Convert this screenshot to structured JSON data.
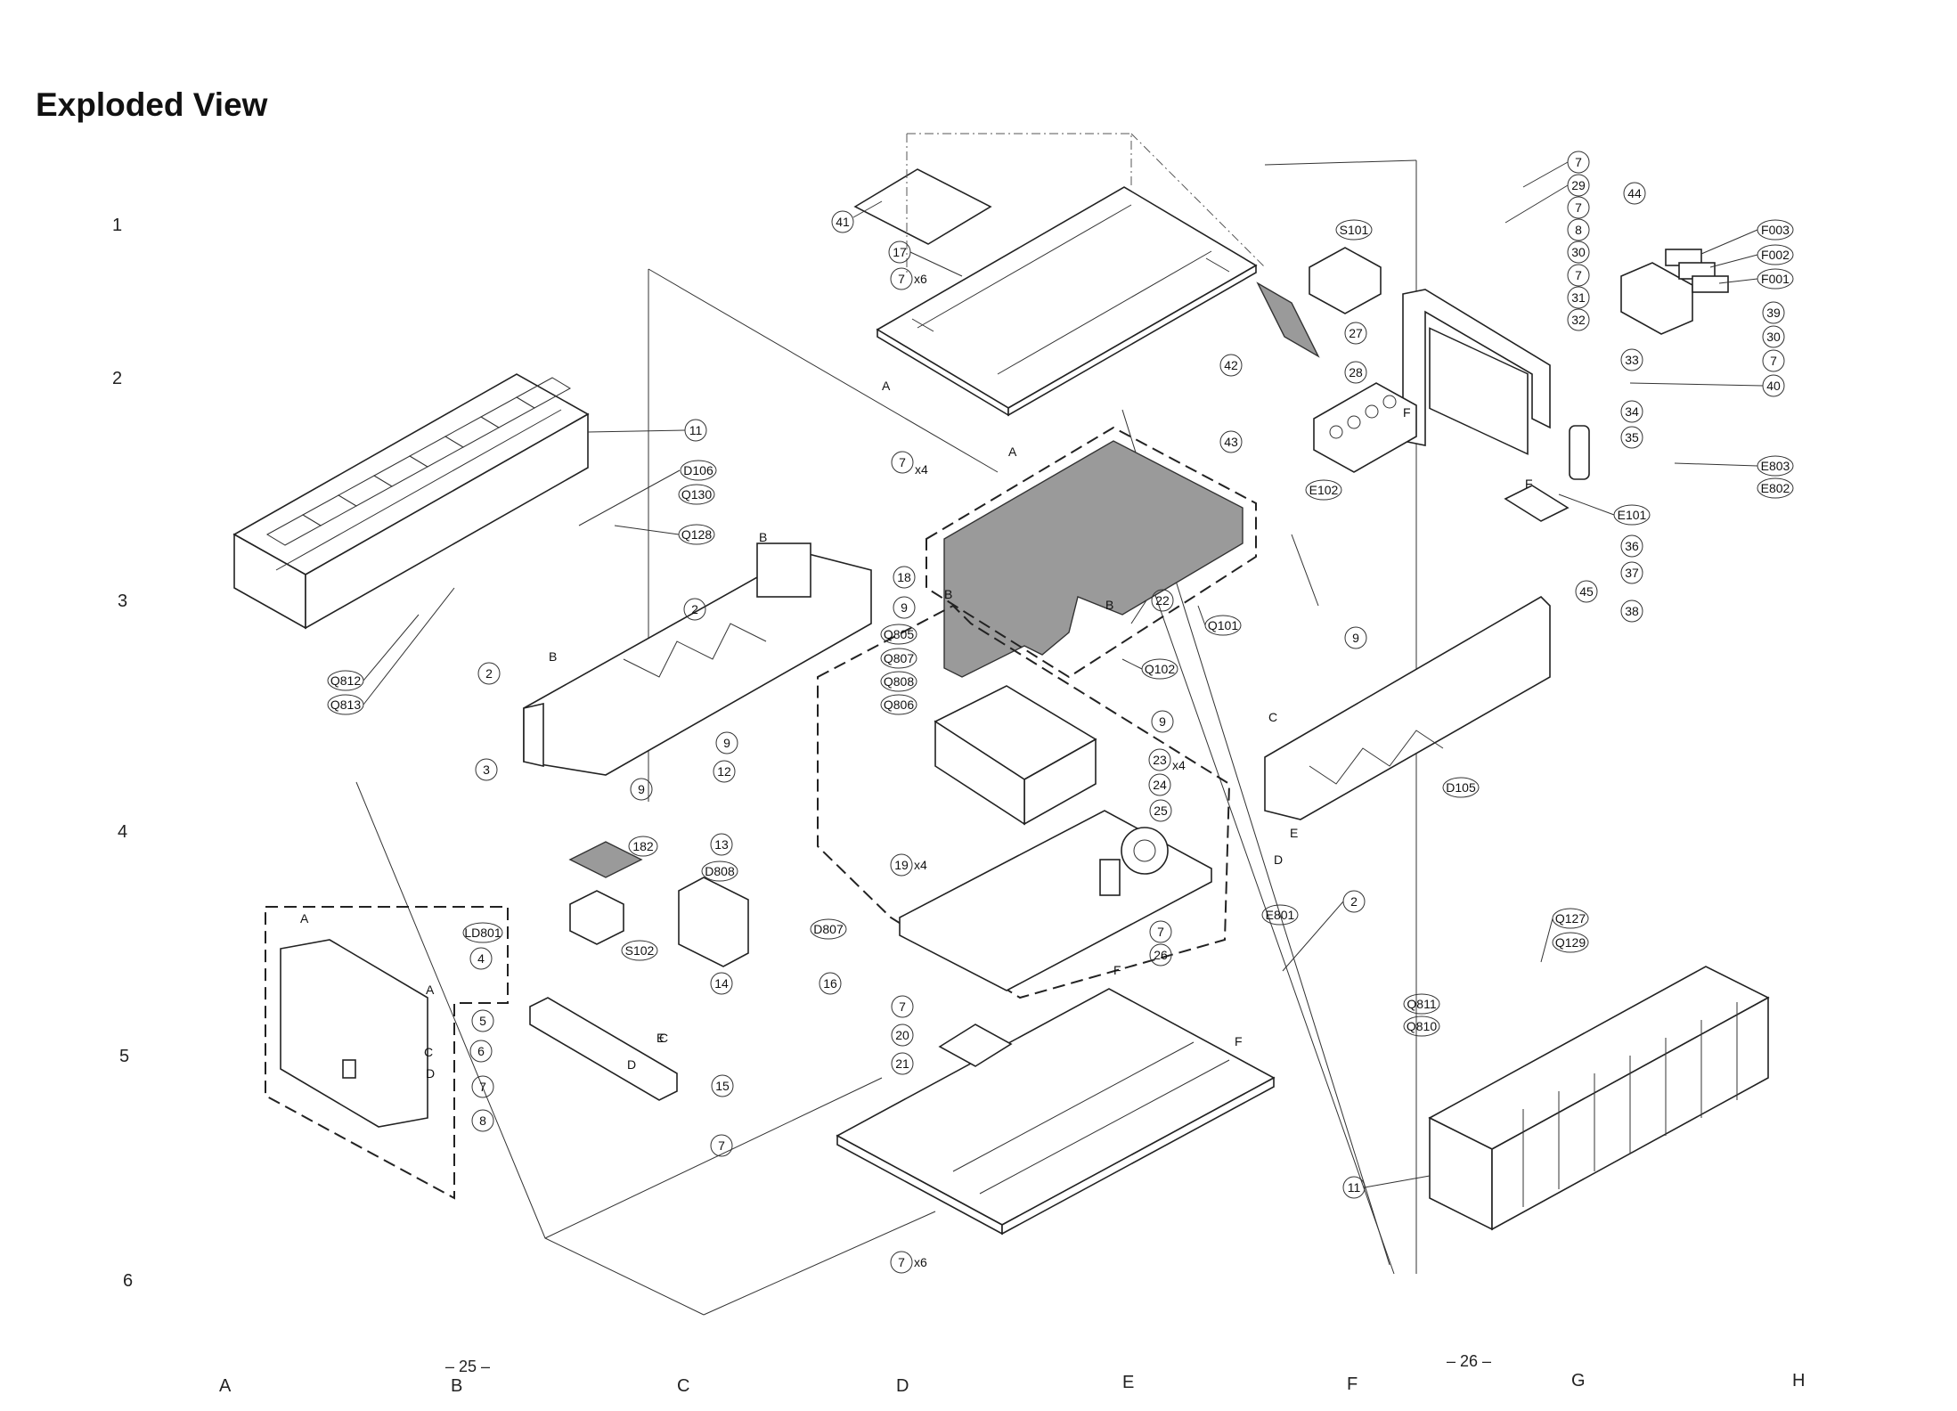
{
  "title": "Exploded View",
  "grid": {
    "rows": [
      "1",
      "2",
      "3",
      "4",
      "5",
      "6"
    ],
    "cols": [
      "A",
      "B",
      "C",
      "D",
      "E",
      "F",
      "G",
      "H"
    ]
  },
  "pages": [
    "– 25 –",
    "– 26 –"
  ],
  "callouts": {
    "c41": "41",
    "c17": "17",
    "c7a": "7",
    "c7ax": "x6",
    "cS101": "S101",
    "c28": "28",
    "c42": "42",
    "c43": "43",
    "c27": "27",
    "cE102": "E102",
    "c7b": "7",
    "c7bx": "x4",
    "c18": "18",
    "c22": "22",
    "cQ101": "Q101",
    "cQ102": "Q102",
    "c11a": "11",
    "cD106": "D106",
    "cQ130": "Q130",
    "cQ128": "Q128",
    "c2a": "2",
    "c2b": "2",
    "cQ812": "Q812",
    "cQ813": "Q813",
    "c3": "3",
    "c9a": "9",
    "c9b": "9",
    "c9c": "9",
    "c12": "12",
    "cQ805": "Q805",
    "cQ807": "Q807",
    "cQ808": "Q808",
    "cQ806": "Q806",
    "c23": "23",
    "c23x": "x4",
    "c24": "24",
    "c25": "25",
    "c19": "19",
    "c19x": "x4",
    "c182": "182",
    "c13": "13",
    "cD808": "D808",
    "cD807": "D807",
    "c14": "14",
    "c16": "16",
    "cLD801": "LD801",
    "cS102": "S102",
    "c4": "4",
    "c5": "5",
    "c6": "6",
    "c7c": "7",
    "c8": "8",
    "c15": "15",
    "c7d": "7",
    "c7e": "7",
    "c26": "26",
    "cE801": "E801",
    "c7f": "7",
    "c20": "20",
    "c21": "21",
    "c7g": "7",
    "c7gx": "x6",
    "c7h": "7",
    "c29": "29",
    "c7i": "7",
    "c8b": "8",
    "c30a": "30",
    "c7j": "7",
    "c31": "31",
    "c32": "32",
    "c33": "33",
    "c34": "34",
    "c35": "35",
    "c44": "44",
    "cF003": "F003",
    "cF002": "F002",
    "cF001": "F001",
    "c39": "39",
    "c30b": "30",
    "c7k": "7",
    "c40": "40",
    "cE803": "E803",
    "cE802": "E802",
    "cE101": "E101",
    "c36": "36",
    "c37": "37",
    "c45": "45",
    "c38": "38",
    "c9d": "9",
    "c9e": "9",
    "cD105": "D105",
    "c2c": "2",
    "cQ127": "Q127",
    "cQ129": "Q129",
    "cQ811": "Q811",
    "cQ810": "Q810",
    "c11b": "11"
  },
  "letters": {
    "A1": "A",
    "A2": "A",
    "A3": "A",
    "A4": "A",
    "B1": "B",
    "B2": "B",
    "B3": "B",
    "B4": "B",
    "C1": "C",
    "C2": "C",
    "C3": "C",
    "D1": "D",
    "D2": "D",
    "D3": "D",
    "E1": "E",
    "E2": "E",
    "F1": "F",
    "F2": "F",
    "F3": "F",
    "F4": "F"
  }
}
